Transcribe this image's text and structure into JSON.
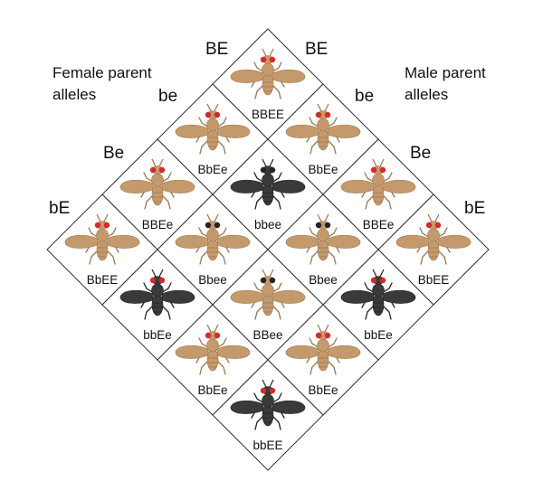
{
  "labels": {
    "female": [
      "Female parent",
      "alleles"
    ],
    "male": [
      "Male parent",
      "alleles"
    ]
  },
  "female_alleles": [
    "BE",
    "be",
    "Be",
    "bE"
  ],
  "male_alleles": [
    "BE",
    "be",
    "Be",
    "bE"
  ],
  "colors": {
    "tan": "#c49a6c",
    "tan_dark": "#9c7650",
    "black": "#3a3a3a",
    "black_dark": "#222222",
    "red_eye": "#d42a2a",
    "dark_eye": "#2a2222",
    "grid_line": "#333333"
  },
  "cells": [
    {
      "row": 0,
      "col": 0,
      "genotype": "BBEE",
      "body": "tan",
      "eyes": "red"
    },
    {
      "row": 0,
      "col": 1,
      "genotype": "BbEe",
      "body": "tan",
      "eyes": "red"
    },
    {
      "row": 0,
      "col": 2,
      "genotype": "BBEe",
      "body": "tan",
      "eyes": "red"
    },
    {
      "row": 0,
      "col": 3,
      "genotype": "BbEE",
      "body": "tan",
      "eyes": "red"
    },
    {
      "row": 1,
      "col": 0,
      "genotype": "BbEe",
      "body": "tan",
      "eyes": "red"
    },
    {
      "row": 1,
      "col": 1,
      "genotype": "bbee",
      "body": "black",
      "eyes": "dark"
    },
    {
      "row": 1,
      "col": 2,
      "genotype": "Bbee",
      "body": "tan",
      "eyes": "dark"
    },
    {
      "row": 1,
      "col": 3,
      "genotype": "bbEe",
      "body": "black",
      "eyes": "red"
    },
    {
      "row": 2,
      "col": 0,
      "genotype": "BBEe",
      "body": "tan",
      "eyes": "red"
    },
    {
      "row": 2,
      "col": 1,
      "genotype": "Bbee",
      "body": "tan",
      "eyes": "dark"
    },
    {
      "row": 2,
      "col": 2,
      "genotype": "BBee",
      "body": "tan",
      "eyes": "dark"
    },
    {
      "row": 2,
      "col": 3,
      "genotype": "BbEe",
      "body": "tan",
      "eyes": "red"
    },
    {
      "row": 3,
      "col": 0,
      "genotype": "BbEE",
      "body": "tan",
      "eyes": "red"
    },
    {
      "row": 3,
      "col": 1,
      "genotype": "bbEe",
      "body": "black",
      "eyes": "red"
    },
    {
      "row": 3,
      "col": 2,
      "genotype": "BbEe",
      "body": "tan",
      "eyes": "red"
    },
    {
      "row": 3,
      "col": 3,
      "genotype": "bbEE",
      "body": "black",
      "eyes": "red"
    }
  ]
}
